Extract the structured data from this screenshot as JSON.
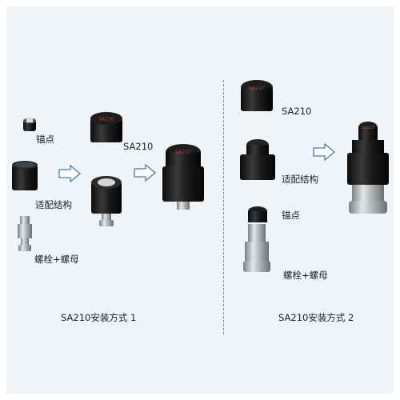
{
  "left": {
    "labels": {
      "anchor": "锚点",
      "adapter": "适配结构",
      "bolt_nut": "螺栓+螺母",
      "sa210": "SA210"
    },
    "caption": "SA210安装方式 1"
  },
  "right": {
    "labels": {
      "sa210": "SA210",
      "adapter": "适配结构",
      "anchor": "锚点",
      "bolt_nut": "螺栓+螺母"
    },
    "caption": "SA210安装方式 2"
  },
  "device_text": "SA210",
  "colors": {
    "background": "#eef4f7",
    "divider": "#4a95c3",
    "arrow_stroke": "#4a7ea8",
    "device_body": "#1b1b1b",
    "device_text": "#c0392b",
    "metal": "#b8bcbe"
  }
}
